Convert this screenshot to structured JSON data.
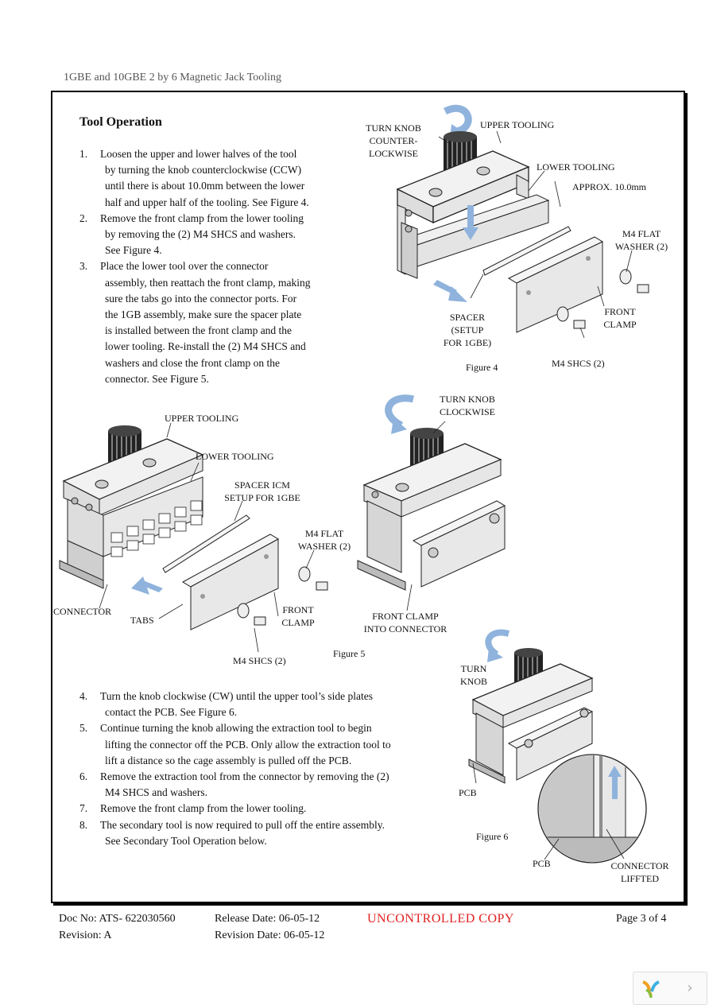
{
  "header": {
    "doc_title": "1GBE and 10GBE 2 by 6 Magnetic Jack Tooling"
  },
  "section": {
    "title": "Tool Operation"
  },
  "steps_a": [
    {
      "num": "1.",
      "lines": [
        "Loosen the upper and lower halves of the tool",
        "by turning the knob counterclockwise (CCW)",
        "until there is about 10.0mm between the lower",
        "half and upper half of the tooling. See Figure 4."
      ]
    },
    {
      "num": "2.",
      "lines": [
        "Remove the front clamp from the lower tooling",
        "by removing the (2) M4 SHCS and washers.",
        "See Figure 4."
      ]
    },
    {
      "num": "3.",
      "lines": [
        "Place the lower tool over the connector",
        "assembly, then reattach the front clamp, making",
        "sure the tabs go into the connector ports.  For",
        "the 1GB assembly, make sure the spacer plate",
        "is installed between the front clamp and the",
        "lower tooling. Re-install the (2) M4 SHCS and",
        "washers and close the front clamp on the",
        "connector.  See Figure 5."
      ]
    }
  ],
  "steps_b": [
    {
      "num": "4.",
      "lines": [
        "Turn the knob clockwise (CW) until the upper tool’s side plates",
        "contact the PCB. See Figure 6."
      ]
    },
    {
      "num": "5.",
      "lines": [
        "Continue turning the knob allowing the extraction tool to begin",
        "lifting the connector off the PCB.  Only allow the extraction tool to",
        "lift a distance so the cage assembly is pulled off the PCB."
      ]
    },
    {
      "num": "6.",
      "lines": [
        "Remove the extraction tool from the connector by removing the (2)",
        "M4 SHCS and washers."
      ]
    },
    {
      "num": "7.",
      "lines": [
        "Remove the front clamp from the lower tooling."
      ]
    },
    {
      "num": "8.",
      "lines": [
        "The secondary tool is now required to pull off the entire assembly.",
        "See Secondary Tool Operation below."
      ]
    }
  ],
  "fig4": {
    "caption": "Figure 4",
    "turn_knob": [
      "TURN KNOB",
      "COUNTER-",
      "LOCKWISE"
    ],
    "upper_tooling": "UPPER TOOLING",
    "lower_tooling": "LOWER TOOLING",
    "approx": "APPROX. 10.0mm",
    "m4_flat_washer": [
      "M4 FLAT",
      "WASHER (2)"
    ],
    "front_clamp": [
      "FRONT",
      "CLAMP"
    ],
    "spacer": [
      "SPACER",
      "(SETUP",
      "FOR 1GBE)"
    ],
    "m4_shcs": "M4 SHCS (2)"
  },
  "fig5": {
    "caption": "Figure 5",
    "upper_tooling": "UPPER TOOLING",
    "lower_tooling": "LOWER TOOLING",
    "spacer": [
      "SPACER ICM",
      "SETUP FOR 1GBE"
    ],
    "m4_flat_washer": [
      "M4 FLAT",
      "WASHER (2)"
    ],
    "connector": "CONNECTOR",
    "tabs": "TABS",
    "front_clamp": [
      "FRONT",
      "CLAMP"
    ],
    "m4_shcs": "M4 SHCS (2)"
  },
  "fig_mid": {
    "turn_knob": [
      "TURN KNOB",
      "CLOCKWISE"
    ],
    "front_clamp_into": [
      "FRONT CLAMP",
      "INTO CONNECTOR"
    ]
  },
  "fig6": {
    "caption": "Figure 6",
    "turn_knob": [
      "TURN",
      "KNOB"
    ],
    "pcb_top": "PCB",
    "pcb_bottom": "PCB",
    "connector_lifted": [
      "CONNECTOR",
      "LIFFTED"
    ]
  },
  "footer": {
    "doc_no": "Doc No: ATS- 622030560",
    "revision": "Revision: A",
    "release_date": "Release Date: 06-05-12",
    "revision_date": "Revision Date: 06-05-12",
    "uncontrolled": "UNCONTROLLED COPY",
    "page": "Page 3 of 4"
  },
  "colors": {
    "arrow_blue": "#8fb3dc",
    "stamp_red": "#e02020"
  }
}
